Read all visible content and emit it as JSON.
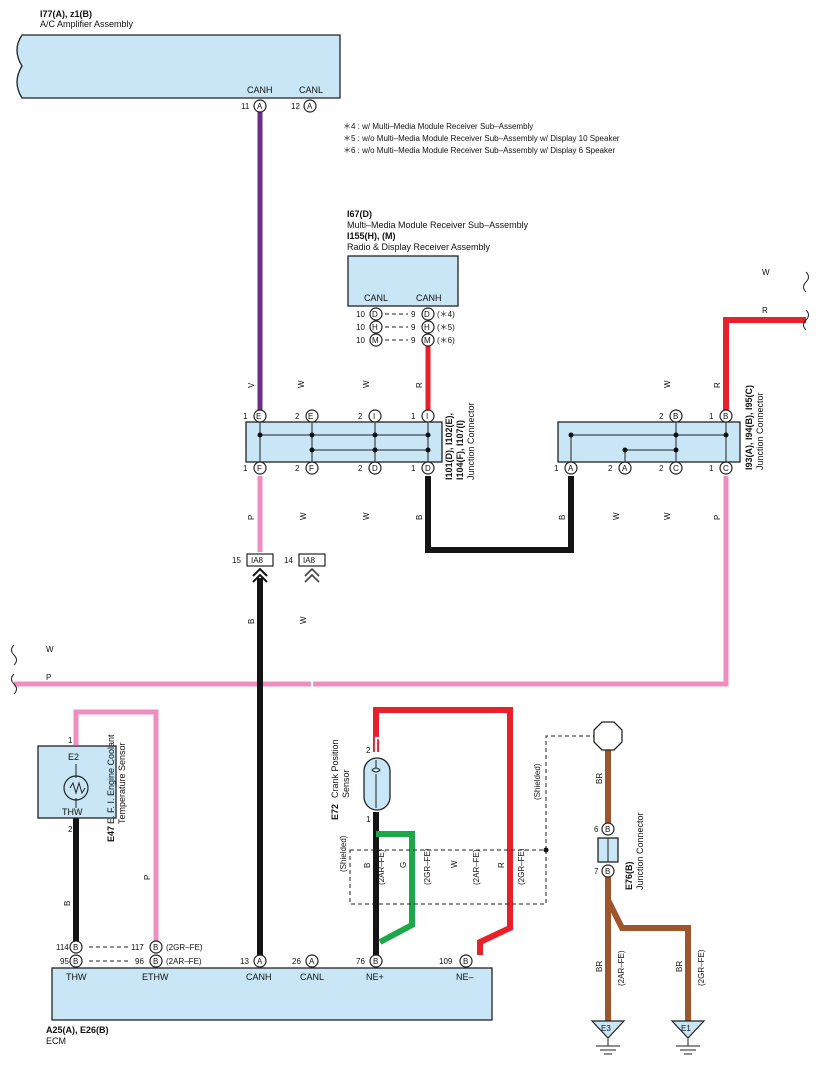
{
  "colors": {
    "violet": "#6b2d8f",
    "pink": "#ef8cc0",
    "black": "#141414",
    "red": "#e8202a",
    "green": "#1aa848",
    "brown": "#a0562a",
    "white_wire": "#8a8a8a",
    "component_fill": "#c8e6f5"
  },
  "notes": [
    "＊4 : w/ Multi–Media Module Receiver Sub–Assembly",
    "＊5 : w/o Multi–Media Module Receiver Sub–Assembly w/ Display 10 Speaker",
    "＊6 : w/o Multi–Media Module Receiver Sub–Assembly w/ Display 6 Speaker"
  ],
  "ac_amp": {
    "code": "I77(A), z1(B)",
    "name": "A/C Amplifier Assembly",
    "canh": "CANH",
    "canl": "CANL",
    "pin_canh": "11",
    "pin_canl": "12",
    "conn": "A"
  },
  "receiver": {
    "code1": "I67(D)",
    "name1": "Multi–Media Module Receiver Sub–Assembly",
    "code2": "I155(H), (M)",
    "name2": "Radio & Display Receiver Assembly",
    "canl": "CANL",
    "canh": "CANH",
    "rows": [
      {
        "pin_l": "10",
        "conn_l": "D",
        "pin_r": "9",
        "conn_r": "D",
        "note": "(＊4)"
      },
      {
        "pin_l": "10",
        "conn_l": "H",
        "pin_r": "9",
        "conn_r": "H",
        "note": "(＊5)"
      },
      {
        "pin_l": "10",
        "conn_l": "M",
        "pin_r": "9",
        "conn_r": "M",
        "note": "(＊6)"
      }
    ]
  },
  "jc_left": {
    "label1": "I101(D), I102(E),",
    "label2": "I104(F), I107(I)",
    "label3": "Junction Connector",
    "top": [
      {
        "pin": "1",
        "conn": "E"
      },
      {
        "pin": "2",
        "conn": "E"
      },
      {
        "pin": "2",
        "conn": "I"
      },
      {
        "pin": "1",
        "conn": "I"
      }
    ],
    "bottom": [
      {
        "pin": "1",
        "conn": "F"
      },
      {
        "pin": "2",
        "conn": "F"
      },
      {
        "pin": "2",
        "conn": "D"
      },
      {
        "pin": "1",
        "conn": "D"
      }
    ]
  },
  "jc_right": {
    "label1": "I93(A), I94(B), I95(C)",
    "label2": "Junction Connector",
    "top": [
      {
        "pin": "2",
        "conn": "B"
      },
      {
        "pin": "1",
        "conn": "B"
      }
    ],
    "bottom": [
      {
        "pin": "1",
        "conn": "A"
      },
      {
        "pin": "2",
        "conn": "A"
      },
      {
        "pin": "2",
        "conn": "C"
      },
      {
        "pin": "1",
        "conn": "C"
      }
    ]
  },
  "wire_labels": {
    "V": "V",
    "W": "W",
    "R": "R",
    "B": "B",
    "P": "P",
    "G": "G",
    "BR": "BR"
  },
  "junctions": {
    "p15": "15",
    "p14": "14",
    "code": "IA8"
  },
  "ect": {
    "code": "E47",
    "name1": "E. F. I.  Engine Coolant",
    "name2": "Temperature Sensor",
    "e2": "E2",
    "thw": "THW",
    "pin1": "1",
    "pin2": "2"
  },
  "crank": {
    "code": "E72",
    "name1": "Crank Position",
    "name2": "Sensor",
    "pin1": "1",
    "pin2": "2"
  },
  "shielded": "(Shielded)",
  "engines": {
    "ar": "(2AR–FE)",
    "gr": "(2GR–FE)"
  },
  "ecm": {
    "code": "A25(A), E26(B)",
    "name": "ECM",
    "thw": "THW",
    "ethw": "ETHW",
    "canh": "CANH",
    "canl": "CANL",
    "ne_plus": "NE+",
    "ne_minus": "NE–",
    "p114": "114",
    "p95": "95",
    "p117": "117",
    "p96": "96",
    "p13": "13",
    "p26": "26",
    "p76": "76",
    "p109": "109",
    "ethw_gr": "(2GR–FE)",
    "ethw_ar": "(2AR–FE)"
  },
  "e76": {
    "code": "E76(B)",
    "name": "Junction Connector",
    "pin6": "6",
    "pin7": "7",
    "conn": "B"
  },
  "grounds": {
    "e3": "E3",
    "e1": "E1"
  }
}
